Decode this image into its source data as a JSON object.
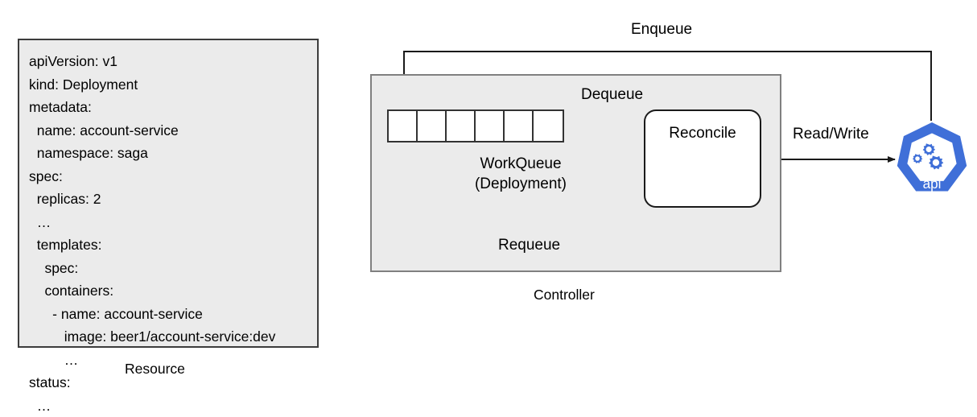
{
  "diagram": {
    "title": "Kubernetes controller reconcile loop",
    "colors": {
      "panel_fill": "#ebebeb",
      "panel_border_dark": "#3c3c3c",
      "panel_border_gray": "#808080",
      "stroke": "#1a1a1a",
      "k8s_blue": "#3f6fd8",
      "box_fill": "#ffffff"
    }
  },
  "resource": {
    "caption": "Resource",
    "yaml": "apiVersion: v1\nkind: Deployment\nmetadata:\n  name: account-service\n  namespace: saga\nspec:\n  replicas: 2\n  …\n  templates:\n    spec:\n    containers:\n      - name: account-service\n         image: beer1/account-service:dev\n         …\nstatus:\n  …",
    "yaml_lines": [
      "apiVersion: v1",
      "kind: Deployment",
      "metadata:",
      " name: account-service",
      " namespace: saga",
      "spec:",
      " replicas: 2",
      " …",
      " templates:",
      "  spec:",
      "  containers:",
      "   - name: account-service",
      "     image: beer1/account-service:dev",
      "     …",
      "status:",
      " …"
    ]
  },
  "controller": {
    "caption": "Controller",
    "workqueue": {
      "label": "WorkQueue\n(Deployment)",
      "cells": [
        "",
        "",
        "",
        "",
        "",
        ""
      ],
      "cell_count": 6
    },
    "reconcile": {
      "label": "Reconcile"
    }
  },
  "edges": {
    "enqueue": "Enqueue",
    "dequeue": "Dequeue",
    "requeue": "Requeue",
    "read_write": "Read/Write"
  },
  "api_server": {
    "logo_label": "api",
    "icon": "kubernetes-api-icon"
  }
}
